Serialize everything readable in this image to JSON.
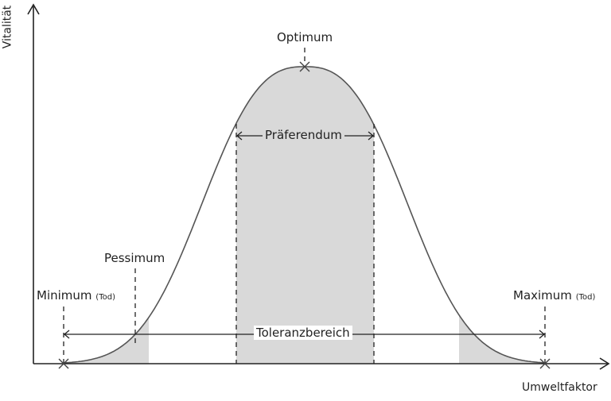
{
  "axes": {
    "y_label": "Vitalität",
    "x_label": "Umweltfaktor"
  },
  "labels": {
    "optimum": "Optimum",
    "praeferendum": "Präferendum",
    "pessimum": "Pessimum",
    "minimum": "Minimum",
    "maximum": "Maximum",
    "tod": "(Tod)",
    "toleranzbereich": "Toleranzbereich"
  },
  "colors": {
    "curve": "#555555",
    "shade": "#d9d9d9",
    "line": "#222222"
  }
}
